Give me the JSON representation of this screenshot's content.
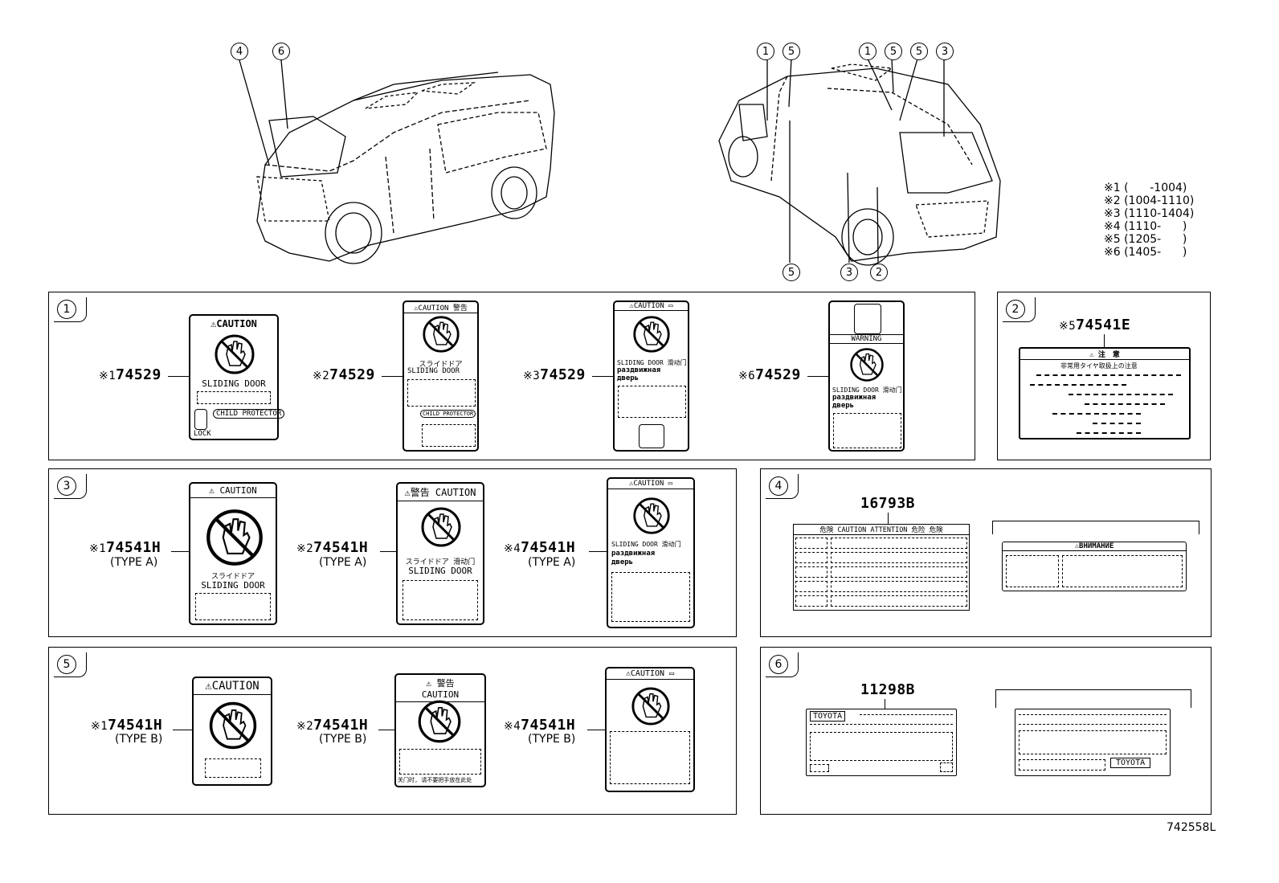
{
  "diagram_id": "742558L",
  "notes": [
    "※1 (      -1004)",
    "※2 (1004-1110)",
    "※3 (1110-1404)",
    "※4 (1110-      )",
    "※5 (1205-      )",
    "※6 (1405-      )"
  ],
  "front_view": {
    "callouts": [
      "4",
      "6"
    ]
  },
  "rear_view": {
    "callouts_top": [
      "1",
      "5",
      "1",
      "5",
      "5",
      "3"
    ],
    "callouts_bottom": [
      "5",
      "3",
      "2"
    ]
  },
  "sections": {
    "s1": {
      "num": "1",
      "items": [
        {
          "prefix": "※1",
          "part": "74529"
        },
        {
          "prefix": "※2",
          "part": "74529"
        },
        {
          "prefix": "※3",
          "part": "74529"
        },
        {
          "prefix": "※6",
          "part": "74529"
        }
      ]
    },
    "s2": {
      "num": "2",
      "prefix": "※5",
      "part": "74541E",
      "label_title": "注　意"
    },
    "s3": {
      "num": "3",
      "items": [
        {
          "prefix": "※1",
          "part": "74541H",
          "type": "(TYPE A)"
        },
        {
          "prefix": "※2",
          "part": "74541H",
          "type": "(TYPE A)"
        },
        {
          "prefix": "※4",
          "part": "74541H",
          "type": "(TYPE A)"
        }
      ]
    },
    "s4": {
      "num": "4",
      "part": "16793B",
      "label_header": "危険 CAUTION ATTENTION 危险 危険",
      "ru_header": "ВНИМАНИЕ"
    },
    "s5": {
      "num": "5",
      "items": [
        {
          "prefix": "※1",
          "part": "74541H",
          "type": "(TYPE B)"
        },
        {
          "prefix": "※2",
          "part": "74541H",
          "type": "(TYPE B)"
        },
        {
          "prefix": "※4",
          "part": "74541H",
          "type": "(TYPE B)"
        }
      ]
    },
    "s6": {
      "num": "6",
      "part": "11298B",
      "brand": "TOYOTA"
    }
  },
  "label_texts": {
    "caution": "CAUTION",
    "warning_caution": "警告 CAUTION",
    "sliding_door": "SLIDING DOOR",
    "sliding_door_jp": "スライドドア",
    "sliding_door_multi": "SLIDING DOOR 滑动门",
    "ru1": "раздвижная",
    "ru2": "дверь",
    "child_protector": "CHILD PROTECTOR",
    "lock": "LOCK",
    "warning": "WARNING",
    "jp_warn": "警告",
    "jp_caution_cn": "关门时, 请不要把手放在此处",
    "jp_sliding_cn": "スライドドア 滑动门",
    "s2_sub": "非常用タイヤ取扱上の注意"
  }
}
